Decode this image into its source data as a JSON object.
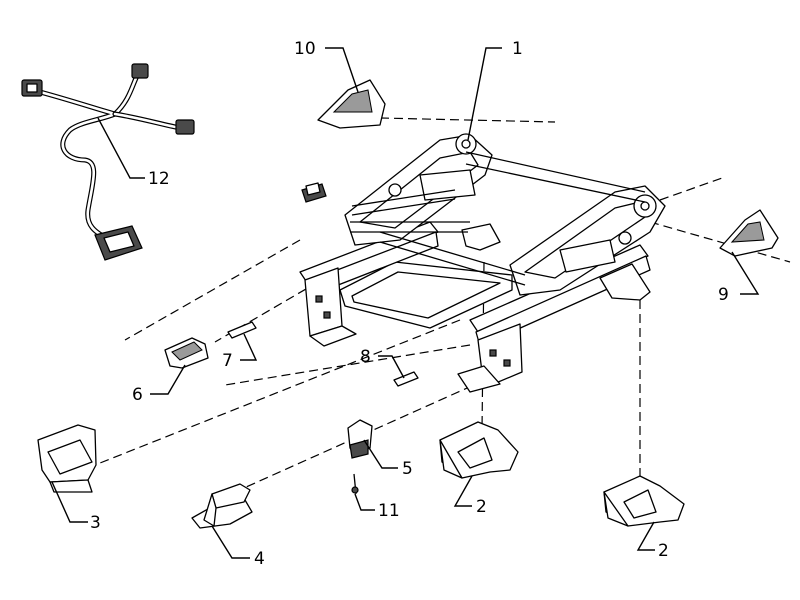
{
  "callouts": [
    {
      "id": "1",
      "label": "1"
    },
    {
      "id": "2a",
      "label": "2"
    },
    {
      "id": "2b",
      "label": "2"
    },
    {
      "id": "3",
      "label": "3"
    },
    {
      "id": "4",
      "label": "4"
    },
    {
      "id": "5",
      "label": "5"
    },
    {
      "id": "6",
      "label": "6"
    },
    {
      "id": "7",
      "label": "7"
    },
    {
      "id": "8",
      "label": "8"
    },
    {
      "id": "9",
      "label": "9"
    },
    {
      "id": "10",
      "label": "10"
    },
    {
      "id": "11",
      "label": "11"
    },
    {
      "id": "12",
      "label": "12"
    }
  ]
}
